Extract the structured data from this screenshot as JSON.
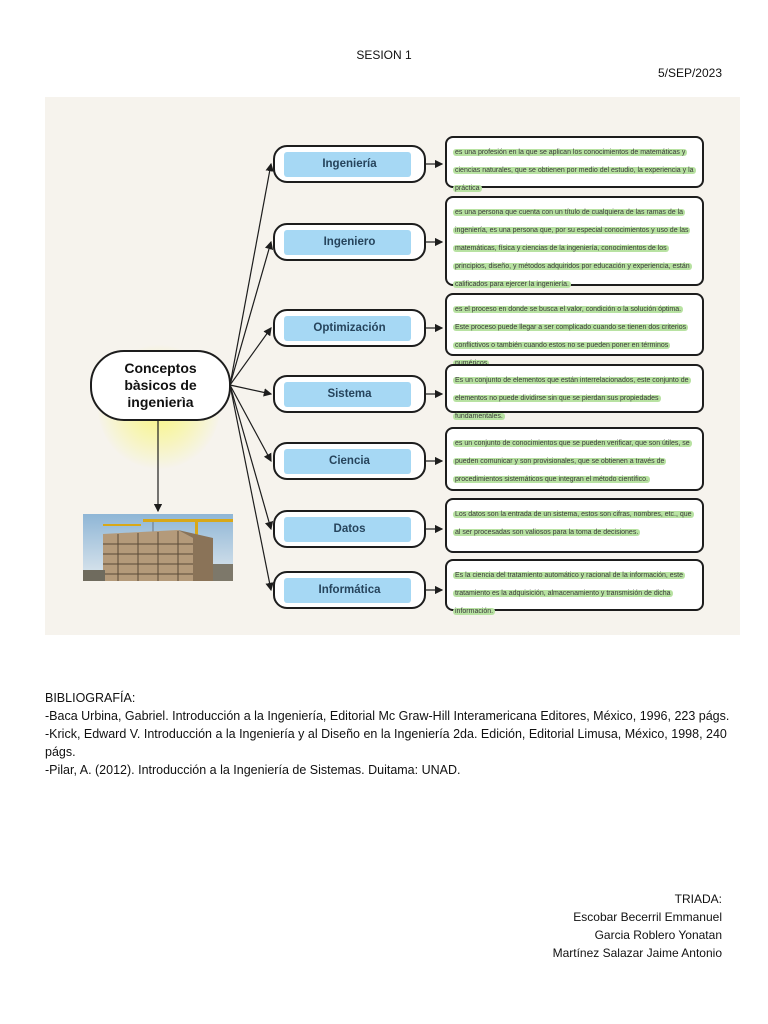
{
  "header": {
    "session": "SESION 1",
    "date": "5/SEP/2023"
  },
  "concept_map": {
    "main_node": "Conceptos\nbàsicos de\ningenierìa",
    "image_description": "building-construction-photo",
    "topics": [
      {
        "label": "Ingeniería",
        "definition": "es una profesión en la que se aplican los conocimientos de matemáticas y ciencias naturales, que se obtienen por medio del estudio, la experiencia y la práctica"
      },
      {
        "label": "Ingeniero",
        "definition": "es una persona que cuenta con un título de cualquiera de las ramas de la ingeniería, es una persona que, por su especial conocimientos y uso de las matemáticas, física y ciencias de la ingeniería, conocimientos de los principios, diseño, y métodos adquiridos por educación y experiencia, están calificados para ejercer la ingeniería."
      },
      {
        "label": "Optimización",
        "definition": "es el proceso en donde se busca el valor, condición o la solución óptima. Este proceso puede llegar a ser complicado cuando se tienen dos criterios conflictivos o también cuando estos no se pueden poner en términos numéricos"
      },
      {
        "label": "Sistema",
        "definition": "Es un conjunto de elementos que están interrelacionados, este conjunto de elementos no puede dividirse sin que se pierdan sus propiedades fundamentales."
      },
      {
        "label": "Ciencia",
        "definition": "es un conjunto de conocimientos que se pueden verificar, que son útiles, se pueden comunicar y son provisionales, que se obtienen a través de procedimientos sistemáticos que integran el método científico."
      },
      {
        "label": "Datos",
        "definition": "Los datos son la entrada de un sistema, estos son cifras, nombres, etc., que al ser procesadas son valiosos para la toma de decisiones."
      },
      {
        "label": "Informática",
        "definition": "Es la ciencia del tratamiento automático y racional de la información, este tratamiento es la adquisición, almacenamiento y transmisión de dicha información."
      }
    ],
    "colors": {
      "topic_highlight": "#a6d8f4",
      "definition_highlight": "#b8e2a2",
      "background": "#f6f3ed",
      "glow": "#f8f678"
    }
  },
  "bibliography": {
    "title": "BIBLIOGRAFÍA:",
    "entries": [
      "-Baca Urbina, Gabriel. Introducción a la Ingeniería, Editorial Mc Graw-Hill Interamericana Editores, México, 1996, 223 págs.",
      "-Krick, Edward V. Introducción a la Ingeniería y al Diseño en la Ingeniería 2da. Edición, Editorial Limusa, México, 1998, 240 págs.",
      "-Pilar, A. (2012). Introducción a la Ingeniería de Sistemas. Duitama: UNAD."
    ]
  },
  "triad": {
    "title": "TRIADA:",
    "members": [
      "Escobar Becerril Emmanuel",
      "Garcia Roblero Yonatan",
      "Martínez Salazar Jaime Antonio"
    ]
  }
}
